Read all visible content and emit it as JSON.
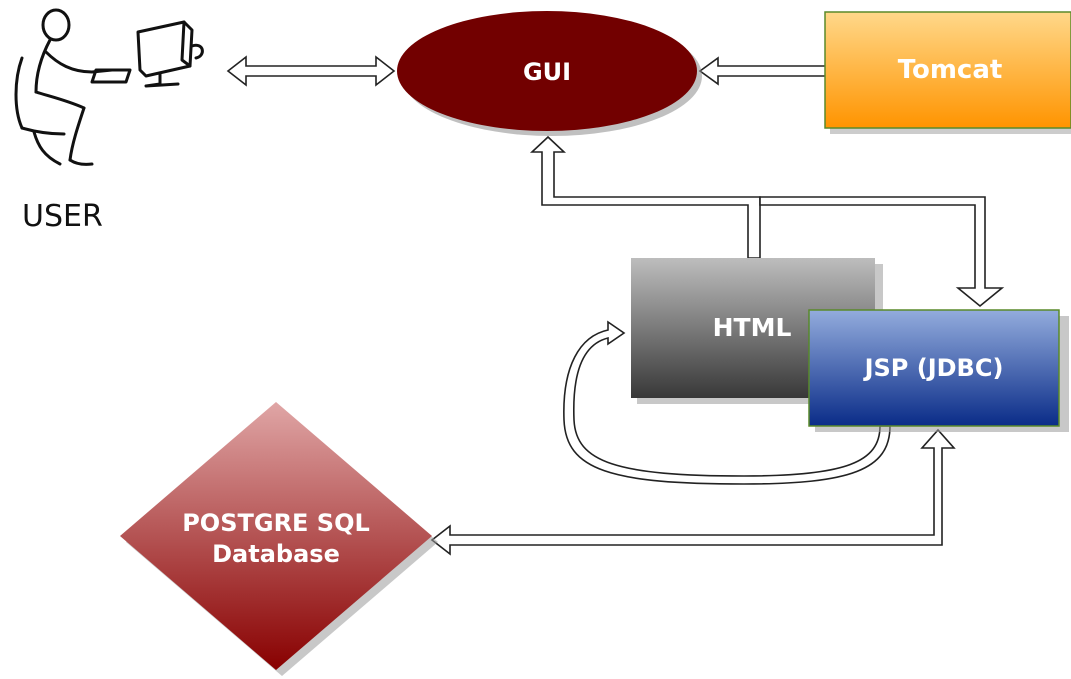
{
  "nodes": {
    "user": {
      "label": "USER"
    },
    "gui": {
      "label": "GUI"
    },
    "tomcat": {
      "label": "Tomcat"
    },
    "html": {
      "label": "HTML"
    },
    "jsp": {
      "label": "JSP (JDBC)"
    },
    "database": {
      "label_line1": "POSTGRE SQL",
      "label_line2": "Database"
    }
  },
  "connections": [
    {
      "from": "user",
      "to": "gui",
      "direction": "both"
    },
    {
      "from": "tomcat",
      "to": "gui",
      "direction": "one-way"
    },
    {
      "from": "html",
      "to": "gui",
      "direction": "one-way"
    },
    {
      "from": "gui",
      "to": "jsp",
      "direction": "one-way"
    },
    {
      "from": "jsp",
      "to": "html",
      "direction": "one-way"
    },
    {
      "from": "jsp",
      "to": "database",
      "direction": "both"
    }
  ],
  "colors": {
    "gui": "#720000",
    "tomcat_top": "#ffd27a",
    "tomcat_bottom": "#ff9600",
    "html_top": "#b8b8b8",
    "html_bottom": "#3c3c3c",
    "jsp_top": "#8fa9dc",
    "jsp_bottom": "#0d2f8a",
    "database_top": "#dda0a0",
    "database_bottom": "#8a0000",
    "node_border": "#5a8a2a"
  }
}
